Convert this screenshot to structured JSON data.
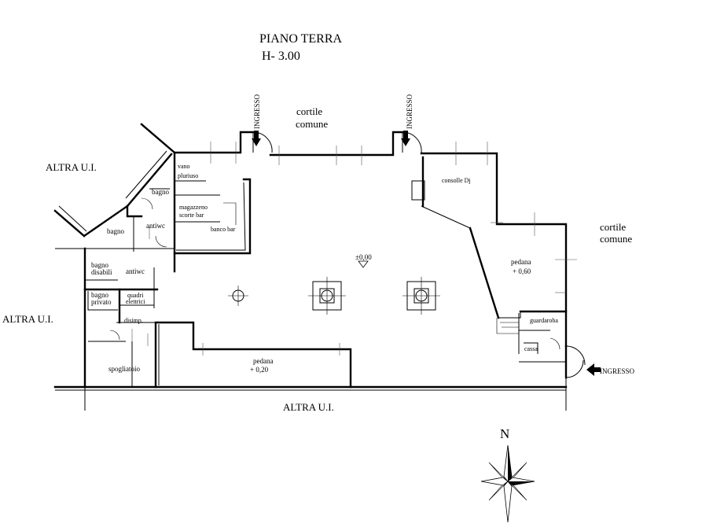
{
  "title": {
    "line1": "PIANO TERRA",
    "line2": "H- 3.00"
  },
  "neighbors": {
    "top_left": "ALTRA U.I.",
    "left": "ALTRA U.I.",
    "bottom": "ALTRA U.I."
  },
  "courtyards": {
    "top": {
      "line1": "cortile",
      "line2": "comune"
    },
    "right": {
      "line1": "cortile",
      "line2": "comune"
    }
  },
  "entrances": {
    "label": "INGRESSO"
  },
  "rooms": {
    "vano_pluriuso": {
      "line1": "vano",
      "line2": "pluriuso"
    },
    "bagno_1": "bagno",
    "bagno_2": "bagno",
    "antiwc_1": "antiwc",
    "antiwc_2": "antiwc",
    "magazzeno": {
      "line1": "magazzeno",
      "line2": "scorte bar"
    },
    "banco_bar": "banco bar",
    "bagno_disabili": {
      "line1": "bagno",
      "line2": "disabili"
    },
    "bagno_privato": {
      "line1": "bagno",
      "line2": "privato"
    },
    "quadri_elettrici": {
      "line1": "quadri",
      "line2": "elettrici"
    },
    "disimp": "disimp.",
    "spogliatoio": "spogliatoio",
    "consolle": "consolle Dj",
    "guardaroba": "guardaroba",
    "cassa": "cassa"
  },
  "levels": {
    "main": "±0,00",
    "pedana_bottom": {
      "line1": "pedana",
      "line2": "+ 0,20"
    },
    "pedana_right": {
      "line1": "pedana",
      "line2": "+ 0,60"
    }
  },
  "compass": {
    "label": "N"
  }
}
